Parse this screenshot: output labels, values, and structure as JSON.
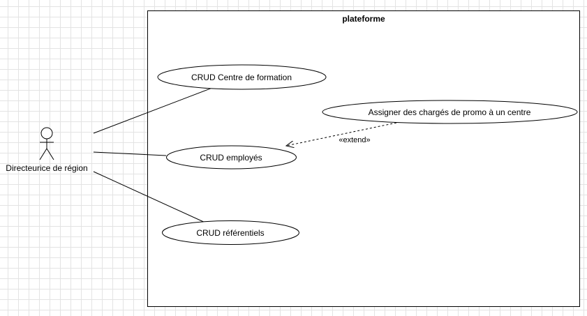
{
  "system": {
    "title": "plateforme"
  },
  "actor": {
    "name": "Directeurice de région"
  },
  "use_cases": {
    "centre": "CRUD Centre de formation",
    "assigner": "Assigner des chargés de promo à un centre",
    "employes": "CRUD employés",
    "referentiels": "CRUD référentiels"
  },
  "relations": {
    "extend_label": "«extend»"
  },
  "colors": {
    "stroke": "#000000",
    "fill": "#ffffff",
    "grid": "#e3e3e3"
  }
}
